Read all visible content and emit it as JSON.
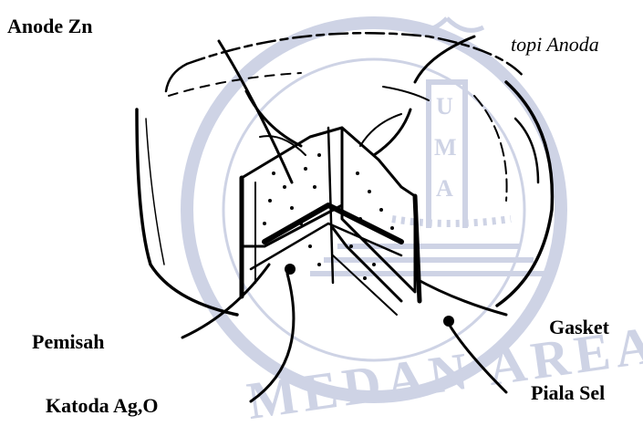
{
  "labels": {
    "anode_zn": "Anode  Zn",
    "topi_anoda": "topi Anoda",
    "pemisah": "Pemisah",
    "gasket": "Gasket",
    "katoda": "Katoda Ag,O",
    "piala_sel": "Piala Sel"
  },
  "watermark": {
    "bottom_text": "MEDAN AREA",
    "emblem_letters": [
      "U",
      "M",
      "A"
    ]
  },
  "colors": {
    "ink": "#000000",
    "watermark": "#c9cfe3",
    "background": "#ffffff"
  }
}
